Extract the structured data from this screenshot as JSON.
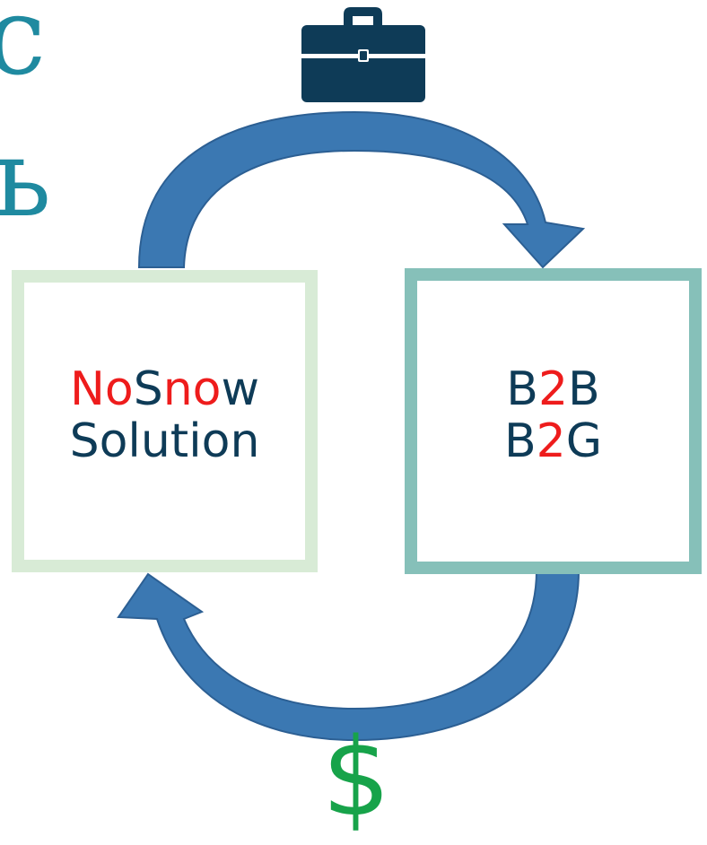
{
  "partial_title": {
    "line1": "c",
    "line2": "ь"
  },
  "left_box": {
    "line1": [
      {
        "t": "No",
        "c": "#ee1c1c"
      },
      {
        "t": "S",
        "c": "#0e3b57"
      },
      {
        "t": "no",
        "c": "#ee1c1c"
      },
      {
        "t": "w",
        "c": "#0e3b57"
      }
    ],
    "line2": [
      {
        "t": "Solution",
        "c": "#0e3b57"
      }
    ]
  },
  "right_box": {
    "line1": [
      {
        "t": "B",
        "c": "#0e3b57"
      },
      {
        "t": "2",
        "c": "#ee1c1c"
      },
      {
        "t": "B",
        "c": "#0e3b57"
      }
    ],
    "line2": [
      {
        "t": "B",
        "c": "#0e3b57"
      },
      {
        "t": "2",
        "c": "#ee1c1c"
      },
      {
        "t": "G",
        "c": "#0e3b57"
      }
    ]
  },
  "dollar": {
    "text": "$",
    "color": "#17a34a"
  },
  "icons": {
    "top": "briefcase-icon"
  },
  "colors": {
    "arrow": "#3b78b2",
    "arrow_edge": "#2c5f93",
    "left_box_border": "#d8ebd6",
    "right_box_border": "#86c0b9",
    "briefcase": "#0e3b57"
  }
}
